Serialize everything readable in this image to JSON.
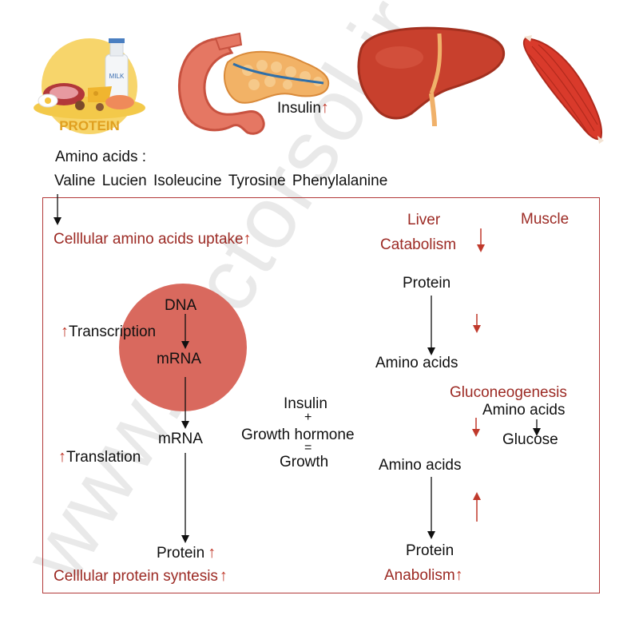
{
  "header": {
    "protein_label": "PROTEIN",
    "milk_label": "MILK",
    "insulin_label": "Insulin",
    "amino_title": "Amino acids :",
    "amino_list": [
      "Valine",
      "Lucien",
      "Isoleucine",
      "Tyrosine",
      "Phenylalanine"
    ]
  },
  "left": {
    "uptake": "Celllular amino acids uptake",
    "dna": "DNA",
    "transcription": "Transcription",
    "mrna_nucleus": "mRNA",
    "mrna_cytoplasm": "mRNA",
    "translation": "Translation",
    "protein": "Protein",
    "synthesis": "Celllular protein syntesis"
  },
  "center": {
    "insulin": "Insulin",
    "plus": "+",
    "growth_hormone": "Growth hormone",
    "equals": "=",
    "growth": "Growth"
  },
  "right": {
    "liver": "Liver",
    "muscle": "Muscle",
    "catabolism": "Catabolism",
    "protein_top": "Protein",
    "amino_acids_1": "Amino acids",
    "gluconeogenesis": "Gluconeogenesis",
    "amino_acids_2": "Amino acids",
    "glucose": "Glucose",
    "amino_acids_3": "Amino acids",
    "protein_bottom": "Protein",
    "anabolism": "Anabolism"
  },
  "colors": {
    "frame": "#b23a3a",
    "accent_text": "#9c2a24",
    "arrow_red": "#c0392b",
    "nucleus": "#d9695e"
  },
  "watermark": "www.doctorsol.ir"
}
